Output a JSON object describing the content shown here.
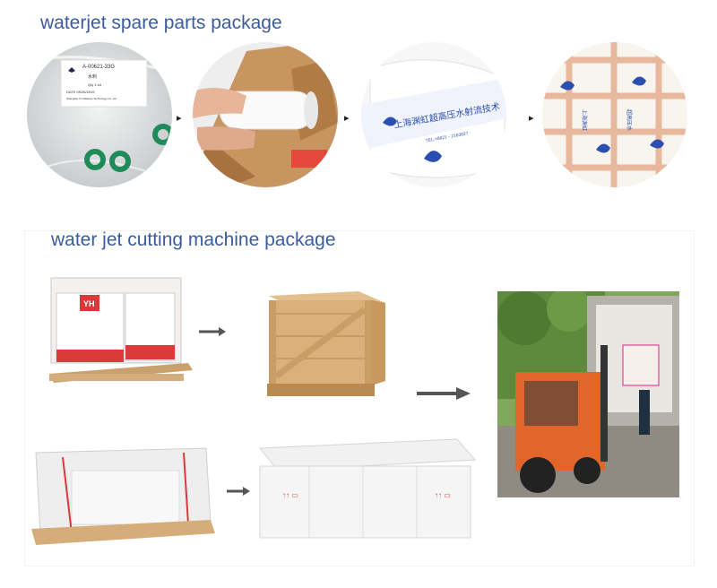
{
  "spare_parts": {
    "title": "waterjet spare parts package",
    "label_sheet": {
      "part_no": "A-00621-33G",
      "name": "水刺",
      "qty": "Qty 1 lot",
      "date": "DATE 09/26/2019",
      "supplier": "Shanghai YH Waterjet Technology Co.,Ltd"
    },
    "tape_text": "上海渊虹超高压水射流技术",
    "tape_phone": "TEL:+8621 - 2163827"
  },
  "machine": {
    "title": "water jet cutting machine package",
    "crate_marks": "↑↑ ▭"
  },
  "colors": {
    "heading": "#3a5c9e",
    "tape_blue": "#2a4fb0",
    "crate_wood": "#d9b07a",
    "forklift_orange": "#e0662a"
  }
}
